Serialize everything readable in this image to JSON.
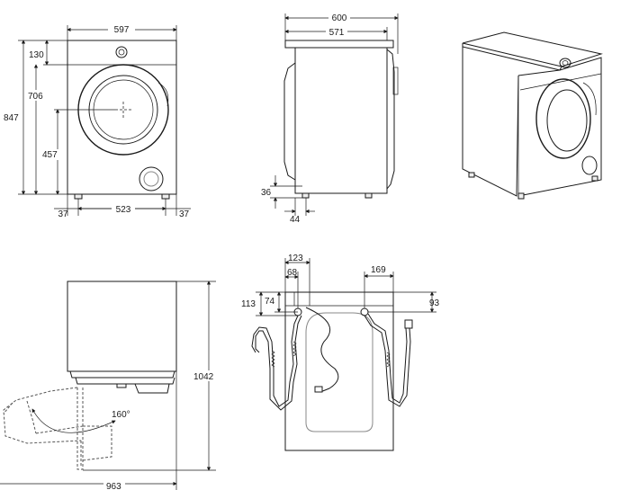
{
  "front_view": {
    "width": "597",
    "top_panel_height": "130",
    "door_top_height": "706",
    "total_height": "847",
    "door_center_height": "457",
    "foot_offset_left": "37",
    "foot_span": "523",
    "foot_offset_right": "37"
  },
  "side_view": {
    "total_depth": "600",
    "body_depth": "571",
    "foot_height": "36",
    "foot_offset": "44"
  },
  "top_view": {
    "door_opening_depth": "1042",
    "door_open_angle": "160°",
    "total_width_door_open": "963"
  },
  "rear_view": {
    "drain_hose_offset": "123",
    "drain_offset": "68",
    "drain_height_1": "113",
    "drain_height_2": "74",
    "inlet_offset": "169",
    "inlet_height": "93"
  }
}
